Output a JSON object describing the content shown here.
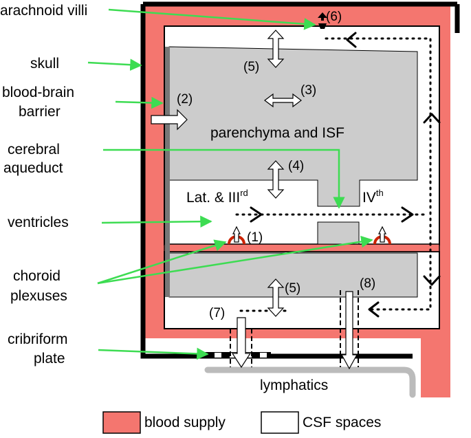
{
  "colors": {
    "blood": "#f4766f",
    "tissue": "#cccccc",
    "csf": "#ffffff",
    "pointer": "#3ddc52",
    "skull": "#000000",
    "barrier": "#777777",
    "lymph": "#bbbbbb"
  },
  "labels": {
    "arachnoid_villi": "arachnoid villi",
    "skull": "skull",
    "bbb_line1": "blood-brain",
    "bbb_line2": "barrier",
    "aqueduct_line1": "cerebral",
    "aqueduct_line2": "aqueduct",
    "ventricles": "ventricles",
    "choroid_line1": "choroid",
    "choroid_line2": "plexuses",
    "cribriform_line1": "cribriform",
    "cribriform_line2": "plate"
  },
  "regions": {
    "parenchyma": "parenchyma and ISF",
    "lateral_base": "Lat. & III",
    "lateral_sup": "rd",
    "fourth_base": "IV",
    "fourth_sup": "th",
    "lymphatics": "lymphatics"
  },
  "routes": {
    "r1": "(1)",
    "r2": "(2)",
    "r3": "(3)",
    "r4": "(4)",
    "r5a": "(5)",
    "r5b": "(5)",
    "r6": "(6)",
    "r7": "(7)",
    "r8": "(8)"
  },
  "legend": {
    "blood_supply": "blood supply",
    "csf_spaces": "CSF spaces"
  }
}
